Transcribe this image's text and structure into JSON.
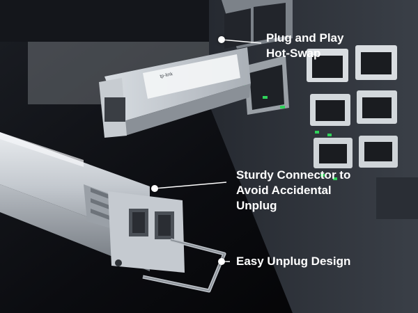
{
  "callouts": {
    "hotswap": {
      "line1": "Plug and Play",
      "line2": "Hot-Swap"
    },
    "connector": {
      "line1": "Sturdy Connector to",
      "line2": "Avoid Accidental",
      "line3": "Unplug"
    },
    "unplug": {
      "line1": "Easy Unplug Design"
    }
  },
  "module_label": {
    "brand": "tp-link"
  },
  "colors": {
    "text": "#ffffff",
    "port_led": "#2fd35a",
    "background": "#050608"
  }
}
